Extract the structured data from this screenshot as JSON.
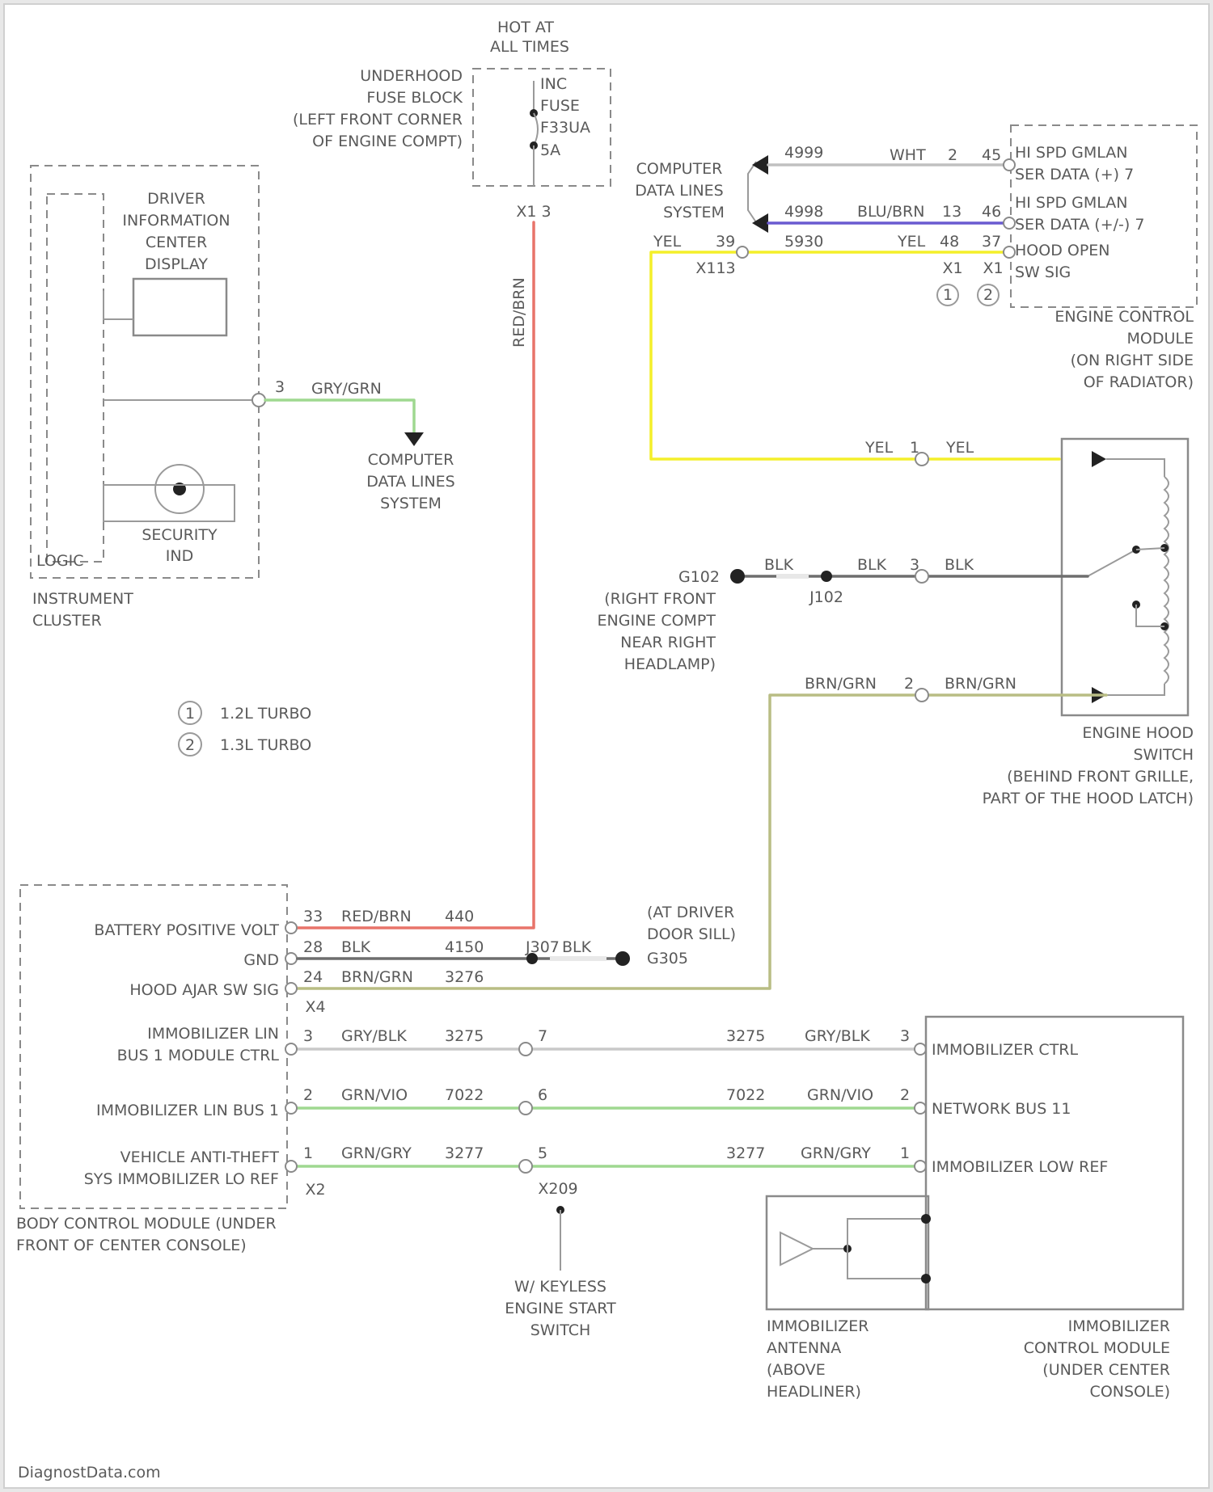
{
  "power": {
    "line1": "HOT AT",
    "line2": "ALL TIMES",
    "fuse_block": [
      "UNDERHOOD",
      "FUSE BLOCK",
      "(LEFT FRONT CORNER",
      "OF ENGINE COMPT)"
    ],
    "fuse_label": [
      "INC",
      "FUSE",
      "F33UA",
      "5A"
    ],
    "conn_pin": "X1 3",
    "wire_color": "RED/BRN"
  },
  "cluster": {
    "name": [
      "INSTRUMENT",
      "CLUSTER"
    ],
    "dic": [
      "DRIVER",
      "INFORMATION",
      "CENTER",
      "DISPLAY"
    ],
    "security_ind": [
      "SECURITY",
      "IND"
    ],
    "logic": "LOGIC",
    "pin": "3",
    "wire": "GRY/GRN",
    "cdl": [
      "COMPUTER",
      "DATA LINES",
      "SYSTEM"
    ]
  },
  "ecm": {
    "name": [
      "ENGINE CONTROL",
      "MODULE",
      "(ON RIGHT SIDE",
      "OF RADIATOR)"
    ],
    "pins": [
      {
        "label": [
          "HI SPD GMLAN",
          "SER DATA (+) 7"
        ],
        "circuit": "4999",
        "color": "WHT",
        "c1": "2",
        "c2": "45"
      },
      {
        "label": [
          "HI SPD GMLAN",
          "SER DATA (+/-) 7"
        ],
        "circuit": "4998",
        "color": "BLU/BRN",
        "c1": "13",
        "c2": "46"
      },
      {
        "label": [
          "HOOD OPEN",
          "SW SIG"
        ],
        "circuit": "5930",
        "color": "YEL",
        "c1": "48",
        "c2": "37"
      }
    ],
    "conn1": "X1",
    "conn2": "X1",
    "cdl": [
      "COMPUTER",
      "DATA LINES",
      "SYSTEM"
    ],
    "yel_pin": "YEL",
    "yel_num": "39",
    "x_conn": "X113",
    "legend_1": "1",
    "legend_2": "2"
  },
  "hood_switch": {
    "name": [
      "ENGINE HOOD",
      "SWITCH",
      "(BEHIND FRONT GRILLE,",
      "PART OF THE HOOD LATCH)"
    ],
    "yel_in": "YEL",
    "yel_pin": "1",
    "yel_out": "YEL",
    "blk_a": "BLK",
    "blk_b": "BLK",
    "blk_pin": "3",
    "blk_c": "BLK",
    "brn_a": "BRN/GRN",
    "brn_pin": "2",
    "brn_b": "BRN/GRN"
  },
  "ground": {
    "g102": "G102",
    "j102": "J102",
    "loc": [
      "(RIGHT FRONT",
      "ENGINE COMPT",
      "NEAR RIGHT",
      "HEADLAMP)"
    ],
    "g305": "G305",
    "j307": "J307",
    "loc2": [
      "(AT DRIVER",
      "DOOR SILL)"
    ]
  },
  "legend": [
    {
      "num": "1",
      "text": "1.2L TURBO"
    },
    {
      "num": "2",
      "text": "1.3L TURBO"
    }
  ],
  "bcm": {
    "name": [
      "BODY CONTROL MODULE (UNDER",
      "FRONT OF CENTER CONSOLE)"
    ],
    "rows": [
      {
        "label": "BATTERY POSITIVE VOLT",
        "pin": "33",
        "color": "RED/BRN",
        "circuit": "440"
      },
      {
        "label": "GND",
        "pin": "28",
        "color": "BLK",
        "circuit": "4150"
      },
      {
        "label": "HOOD AJAR SW SIG",
        "pin": "24",
        "color": "BRN/GRN",
        "circuit": "3276"
      }
    ],
    "x_conn_top": "X4",
    "blk_after": "BLK",
    "imm_rows": [
      {
        "label": [
          "IMMOBILIZER LIN",
          "BUS 1 MODULE CTRL"
        ],
        "pin": "3",
        "color": "GRY/BLK",
        "circuit": "3275",
        "mid": "7",
        "circuit2": "3275",
        "color2": "GRY/BLK",
        "pin2": "3",
        "right": "IMMOBILIZER CTRL"
      },
      {
        "label": [
          "IMMOBILIZER LIN BUS 1"
        ],
        "pin": "2",
        "color": "GRN/VIO",
        "circuit": "7022",
        "mid": "6",
        "circuit2": "7022",
        "color2": "GRN/VIO",
        "pin2": "2",
        "right": "NETWORK BUS 11"
      },
      {
        "label": [
          "VEHICLE ANTI-THEFT",
          "SYS IMMOBILIZER LO REF"
        ],
        "pin": "1",
        "color": "GRN/GRY",
        "circuit": "3277",
        "mid": "5",
        "circuit2": "3277",
        "color2": "GRN/GRY",
        "pin2": "1",
        "right": "IMMOBILIZER LOW REF"
      }
    ],
    "x_conn_bot": "X2",
    "mid_conn": "X209"
  },
  "keyless": [
    "W/ KEYLESS",
    "ENGINE START",
    "SWITCH"
  ],
  "antenna": [
    "IMMOBILIZER",
    "ANTENNA",
    "(ABOVE",
    "HEADLINER)"
  ],
  "imm_module": [
    "IMMOBILIZER",
    "CONTROL MODULE",
    "(UNDER CENTER",
    "CONSOLE)"
  ],
  "watermark": "DiagnostData.com",
  "colors": {
    "red": "#e8746a",
    "yellow": "#f4ef2a",
    "blue": "#6a5ad0",
    "green": "#9fd890",
    "olive": "#b9bd84",
    "gray": "#8a8a8a",
    "lightgray": "#c0c0c0"
  }
}
